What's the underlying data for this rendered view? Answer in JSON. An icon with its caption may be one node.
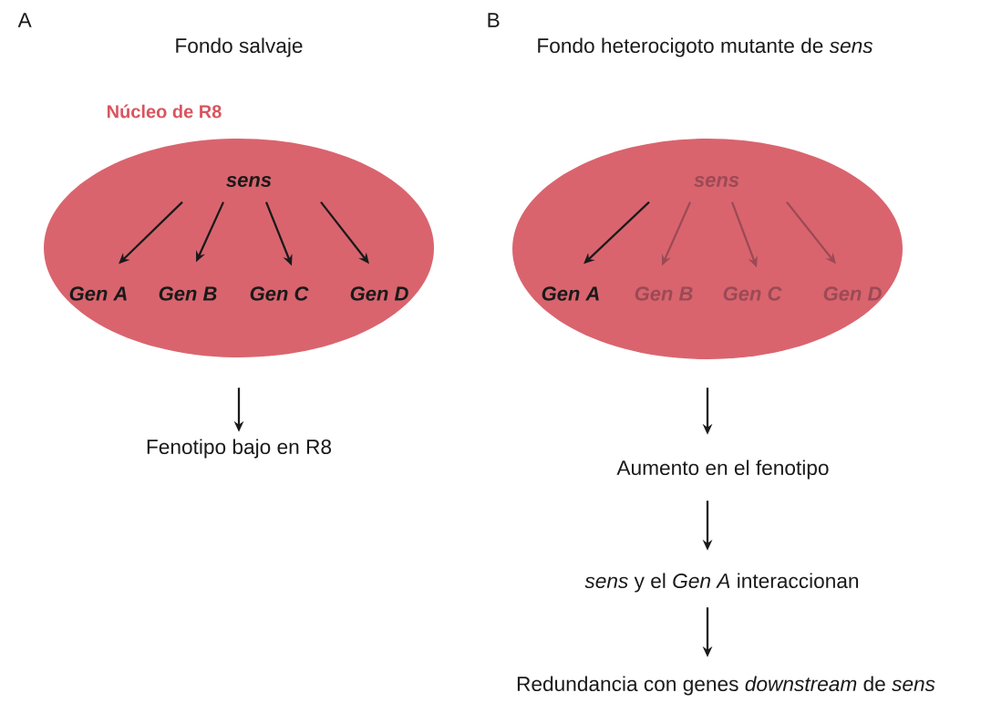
{
  "diagram": {
    "nodes": [
      {
        "text": [
          "Núcleo de R8"
        ]
      },
      {
        "text": [
          "sens"
        ],
        "in": 0
      },
      {
        "text": [
          "Gen A"
        ],
        "in": 0
      },
      {
        "text": [
          "Gen B"
        ],
        "in": 0
      },
      {
        "text": [
          "Gen C"
        ],
        "in": 0
      },
      {
        "text": [
          "Gen D"
        ],
        "in": 0
      },
      {
        "text": [
          "Fenotipo bajo en R8"
        ]
      },
      {
        "text": [],
        "shape": "ellipse"
      },
      {
        "text": [
          "sens"
        ],
        "in": 7
      },
      {
        "text": [
          "Gen A"
        ],
        "in": 7
      },
      {
        "text": [
          "Gen B"
        ],
        "in": 7
      },
      {
        "text": [
          "Gen C"
        ],
        "in": 7
      },
      {
        "text": [
          "Gen D"
        ],
        "in": 7
      },
      {
        "text": [
          "Aumento en el fenotipo"
        ]
      },
      {
        "text": [
          "*sens* y el *Gen A* interaccionan"
        ]
      },
      {
        "text": [
          "Redundancia con genes *downstream* de *sens*"
        ]
      }
    ],
    "edges": [
      {
        "from": 1,
        "to": 2,
        "arrow": "to"
      },
      {
        "from": 1,
        "to": 3,
        "arrow": "to"
      },
      {
        "from": 1,
        "to": 4,
        "arrow": "to"
      },
      {
        "from": 1,
        "to": 5,
        "arrow": "to"
      },
      {
        "from": 0,
        "to": 6,
        "arrow": "to"
      },
      {
        "from": 8,
        "to": 9,
        "arrow": "to"
      },
      {
        "from": 8,
        "to": 10,
        "arrow": "to",
        "color": "#9b4a55"
      },
      {
        "from": 8,
        "to": 11,
        "arrow": "to",
        "color": "#9b4a55"
      },
      {
        "from": 8,
        "to": 12,
        "arrow": "to",
        "color": "#9b4a55"
      },
      {
        "from": 7,
        "to": 13,
        "arrow": "to"
      },
      {
        "from": 13,
        "to": 14,
        "arrow": "to"
      },
      {
        "from": 14,
        "to": 15,
        "arrow": "to"
      }
    ],
    "labels": [
      "A",
      "Fondo salvaje",
      "B",
      "Fondo heterocigoto mutante de *sens*"
    ]
  }
}
